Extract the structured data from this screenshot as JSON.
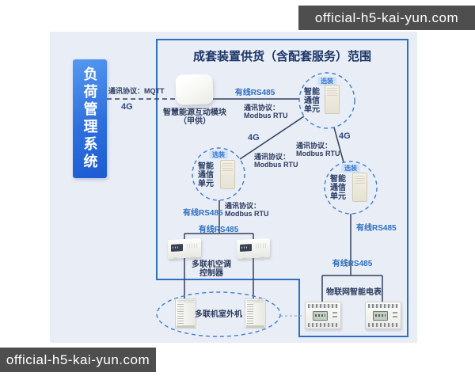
{
  "watermarks": {
    "top_right": "official-h5-kai-yun.com",
    "bottom_left": "official-h5-kai-yun.com"
  },
  "banner": {
    "title": "负荷管理系统"
  },
  "scope": {
    "title": "成套装置供货（含配套服务）范围"
  },
  "labels": {
    "protocol_mqtt": "通讯协议：MQTT",
    "protocol_line1": "通讯协议：",
    "protocol_modbus": "Modbus RTU",
    "network_4g": "4G",
    "wired_rs485": "有线RS485",
    "optional": "选装"
  },
  "devices": {
    "gateway": {
      "name_line1": "智慧能源互动模块",
      "name_line2": "（甲供）"
    },
    "comm_unit": {
      "line1": "智能",
      "line2": "通信",
      "line3": "单元"
    },
    "ac_controller": {
      "name_line1": "多联机空调",
      "name_line2": "控制器"
    },
    "outdoor_unit": {
      "name": "多联机室外机"
    },
    "smart_meter": {
      "name": "物联网智能电表"
    }
  },
  "colors": {
    "diagram_bg": "#e9edf6",
    "scope_border_blue": "#2e6fc2",
    "link_line_dark": "#33415e",
    "label_blue": "#2e6fc1",
    "label_dark_navy": "#2c3b5e",
    "badge_bg": "#cfe1f6",
    "badge_text": "#3a7bd0",
    "banner_gradient_start": "#5598f0",
    "banner_gradient_end": "#1c5bd2",
    "watermark_bg": "#4e4e4e",
    "dashed_link_light_blue": "#8fb4e0"
  }
}
